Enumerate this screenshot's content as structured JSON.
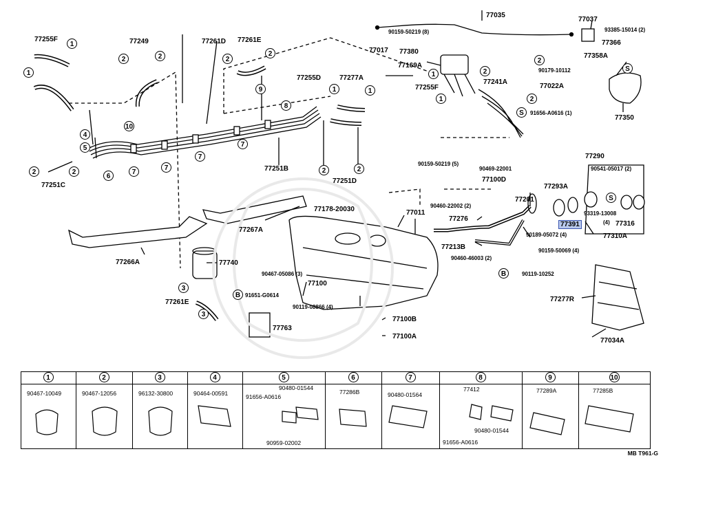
{
  "labels": {
    "p77035": "77035",
    "p77037": "77037",
    "p93385": "93385-15014 (2)",
    "p90159a": "90159-50219 (8)",
    "p77017": "77017",
    "p77380": "77380",
    "p77169A": "77169A",
    "p77366": "77366",
    "p77358A": "77358A",
    "p90179": "90179-10112",
    "p77255F_top": "77255F",
    "p77241A": "77241A",
    "p77022A": "77022A",
    "p91656a": "91656-A0616 (1)",
    "p77350": "77350",
    "p77255F_left": "77255F",
    "p77249": "77249",
    "p77261D": "77261D",
    "p77261E_top": "77261E",
    "p77255D": "77255D",
    "p77277A": "77277A",
    "p77251C": "77251C",
    "p77251B": "77251B",
    "p77251D": "77251D",
    "p90159b": "90159-50219 (5)",
    "p90469": "90469-22001",
    "p77100D": "77100D",
    "p90460a": "90460-22002 (2)",
    "p77293A": "77293A",
    "p77290": "77290",
    "p90541": "90541-05017 (2)",
    "p77178": "77178-20030",
    "p77011": "77011",
    "p77201": "77201",
    "p93319": "93319-13008",
    "p93319q": "(4)",
    "p77316": "77316",
    "p77391": "77391",
    "p90189": "90189-05072 (4)",
    "p77310A": "77310A",
    "p77276": "77276",
    "p77213B": "77213B",
    "p90460b": "90460-46003 (2)",
    "p90159c": "90159-50069 (4)",
    "p77267A": "77267A",
    "p77266A": "77266A",
    "p77740": "77740",
    "p90467": "90467-05086 (3)",
    "p77100": "77100",
    "p90119a": "90119-10252",
    "p91651": "91651-G0614",
    "p77261E_bot": "77261E",
    "p90119b": "90119-08866 (4)",
    "p77100B": "77100B",
    "p77100A": "77100A",
    "p77763": "77763",
    "p77277R": "77277R",
    "p77034A": "77034A"
  },
  "circles": {
    "one": "1",
    "two": "2",
    "three": "3",
    "four": "4",
    "five": "5",
    "six": "6",
    "seven": "7",
    "eight": "8",
    "nine": "9",
    "ten": "10",
    "B": "B",
    "S": "S"
  },
  "legend": [
    {
      "num": "1",
      "parts": [
        "90467-10049"
      ]
    },
    {
      "num": "2",
      "parts": [
        "90467-12056"
      ]
    },
    {
      "num": "3",
      "parts": [
        "96132-30800"
      ]
    },
    {
      "num": "4",
      "parts": [
        "90464-00591"
      ]
    },
    {
      "num": "5",
      "parts": [
        "90480-01544",
        "91656-A0616",
        "90959-02002"
      ]
    },
    {
      "num": "6",
      "parts": [
        "77286B"
      ]
    },
    {
      "num": "7",
      "parts": [
        "90480-01564"
      ]
    },
    {
      "num": "8",
      "parts": [
        "77412",
        "90480-01544",
        "91656-A0616"
      ]
    },
    {
      "num": "9",
      "parts": [
        "77289A"
      ]
    },
    {
      "num": "10",
      "parts": [
        "77285B"
      ]
    }
  ],
  "footer": "MB T961-G",
  "highlight_color": "#b8c8ec"
}
